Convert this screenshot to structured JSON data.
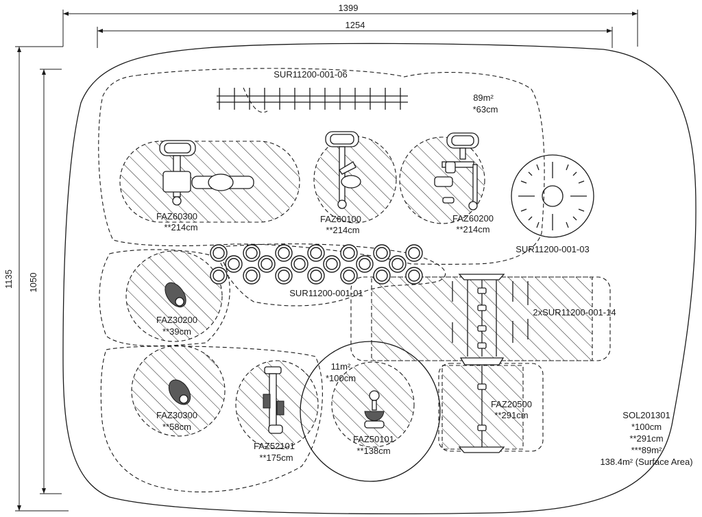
{
  "dimensions": {
    "overall_width": "1399",
    "inner_width": "1254",
    "overall_height": "1135",
    "inner_height": "1050"
  },
  "zones": {
    "top_ladder_code": "SUR11200-001-06",
    "area_note_line1": "89m²",
    "area_note_line2": "*63cm",
    "faz60300_code": "FAZ60300",
    "faz60300_height": "**214cm",
    "faz60100_code": "FAZ60100",
    "faz60100_height": "**214cm",
    "faz60200_code": "FAZ60200",
    "faz60200_height": "**214cm",
    "sur03_code": "SUR11200-001-03",
    "faz30200_code": "FAZ30200",
    "faz30200_height": "**39cm",
    "rings_code": "SUR11200-001-01",
    "bridge_code": "2xSUR11200-001-14",
    "circle_area_line1": "11m²",
    "circle_area_line2": "*100cm",
    "faz20500_code": "FAZ20500",
    "faz20500_height": "**291cm",
    "faz30300_code": "FAZ30300",
    "faz30300_height": "**58cm",
    "faz52101_code": "FAZ52101",
    "faz52101_height": "**175cm",
    "faz50101_code": "FAZ50101",
    "faz50101_height": "**138cm"
  },
  "legend": {
    "title": "SOL201301",
    "line1": "*100cm",
    "line2": "**291cm",
    "line3": "***89m²",
    "line4": "138.4m² (Surface Area)"
  }
}
